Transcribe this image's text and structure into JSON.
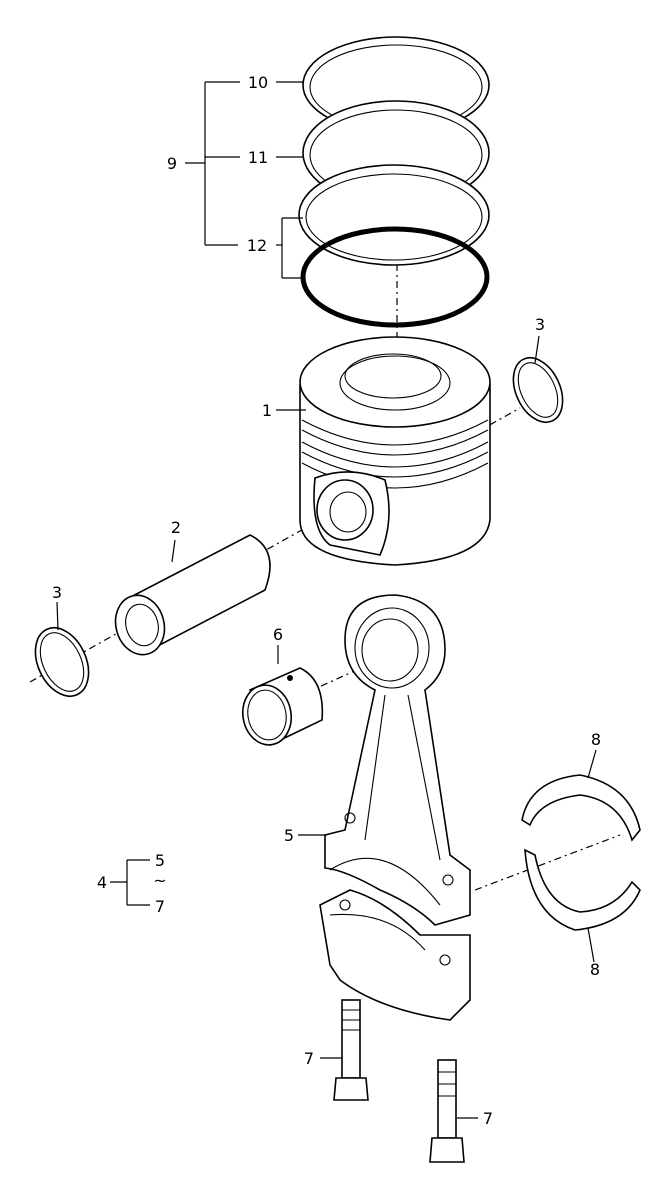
{
  "callouts": {
    "piston": "1",
    "piston_pin": "2",
    "snap_ring_right": "3",
    "snap_ring_left": "3",
    "con_rod_assembly": "4",
    "assembly_range_start": "5",
    "assembly_range_tilde": "~",
    "assembly_range_end": "7",
    "con_rod": "5",
    "bushing": "6",
    "bolt_left": "7",
    "bolt_right": "7",
    "bearing_upper": "8",
    "bearing_lower": "8",
    "ring_set": "9",
    "top_ring": "10",
    "second_ring": "11",
    "oil_ring": "12"
  }
}
